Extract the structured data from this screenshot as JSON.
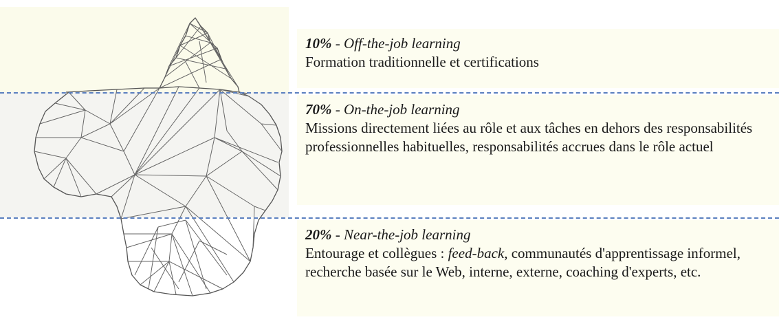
{
  "sections": [
    {
      "percent": "10%",
      "separator": " - ",
      "title": "Off-the-job learning",
      "body": "Formation traditionnelle et certifications"
    },
    {
      "percent": "70%",
      "separator": " - ",
      "title": "On-the-job learning",
      "body": "Missions directement liées au rôle et aux tâches en dehors des responsabilités professionnelles habituelles, responsabilités accrues dans le rôle actuel"
    },
    {
      "percent": "20%",
      "separator": " - ",
      "title": "Near-the-job learning",
      "body_part1": "Entourage et collègues : ",
      "body_italic": "feed-back",
      "body_part2": ", communautés d'apprentissage informel, recherche basée sur le Web, interne, externe, coaching d'experts, etc."
    }
  ],
  "colors": {
    "divider": "#5a7fbf",
    "textbox_bg": "#fdfdf0",
    "line": "#666666"
  },
  "icons": [
    "iceberg-illustration"
  ]
}
